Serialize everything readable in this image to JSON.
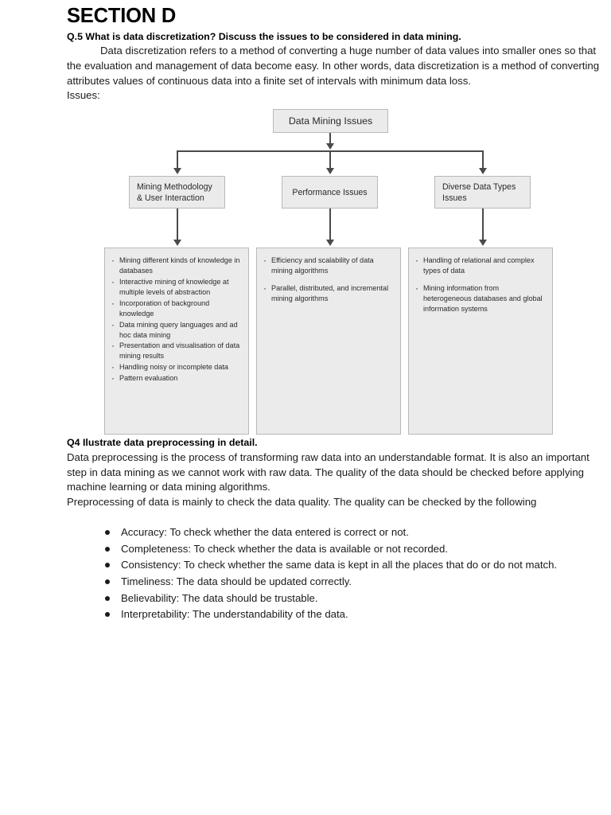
{
  "document": {
    "section_title": "SECTION D",
    "q5": {
      "heading": "Q.5 What is data discretization? Discuss the issues to be considered in data mining.",
      "body": "Data discretization refers to a method of converting a huge number of data values into smaller ones so that the evaluation and management of data become easy. In other words, data discretization is a method of converting attributes values of continuous data into a finite set of intervals with minimum data loss.",
      "issues_label": "Issues:"
    },
    "diagram": {
      "root": "Data Mining Issues",
      "branches": [
        {
          "title": "Mining Methodology\n& User Interaction",
          "title_line1": "Mining Methodology",
          "title_line2": "& User Interaction",
          "items": [
            "Mining different kinds of knowledge in databases",
            "Interactive mining of knowledge at multiple levels of abstraction",
            "Incorporation of background knowledge",
            "Data mining query languages and ad hoc data mining",
            "Presentation and visualisation of data mining results",
            "Handling noisy or incomplete data",
            "Pattern evaluation"
          ]
        },
        {
          "title": "Performance Issues",
          "title_line1": "Performance Issues",
          "title_line2": "",
          "items": [
            "Efficiency and scalability of data mining algorithms",
            "Parallel, distributed, and incremental mining algorithms"
          ]
        },
        {
          "title": "Diverse Data Types\nIssues",
          "title_line1": "Diverse Data Types",
          "title_line2": "Issues",
          "items": [
            "Handling of relational and complex types of data",
            "Mining information from heterogeneous databases and global information systems"
          ]
        }
      ]
    },
    "q4": {
      "heading": "Q4  Ilustrate data preprocessing in detail.",
      "para1": " Data preprocessing is the process of transforming raw data into an understandable format. It is also an important step in data mining as we cannot work with raw data. The quality of the data should be checked before applying machine learning or data mining algorithms.",
      "para2": "Preprocessing of data is mainly to check the data quality. The quality can be checked by the following",
      "bullets": [
        "Accuracy: To check whether the data entered is correct or not.",
        "Completeness: To check whether the data is available or not recorded.",
        "Consistency: To check whether the same data is kept in all the places that do or do not match.",
        "Timeliness: The data should be updated correctly.",
        "Believability: The data should be trustable.",
        "Interpretability: The understandability of the data."
      ]
    }
  },
  "colors": {
    "box_fill": "#ebebeb",
    "box_border": "#b9b9b9",
    "connector": "#4a4a4a",
    "text": "#1a1a1a",
    "page_bg": "#ffffff"
  }
}
